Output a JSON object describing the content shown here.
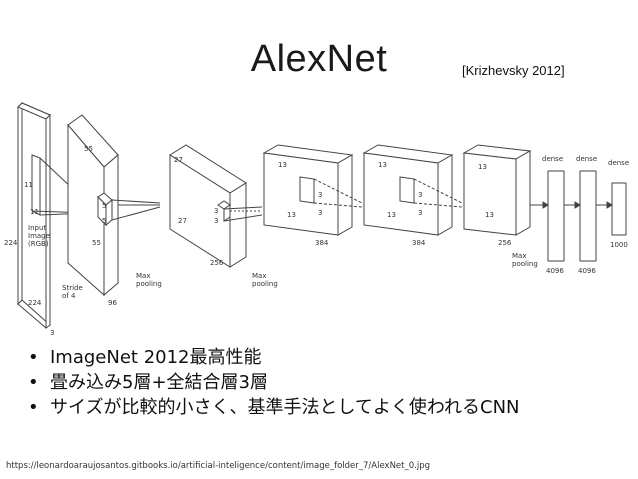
{
  "slide": {
    "title": "AlexNet",
    "citation": "[Krizhevsky 2012]",
    "bullets": [
      "ImageNet 2012最高性能",
      "畳み込み5層+全結合層3層",
      "サイズが比較的小さく、基準手法としてよく使われるCNN"
    ],
    "bullet_glyph": "•",
    "source_url": "https://leonardoaraujosantos.gitbooks.io/artificial-inteligence/content/image_folder_7/AlexNet_0.jpg"
  },
  "diagram": {
    "input": {
      "label": "Input\nImage\n(RGB)",
      "height": "224",
      "width": "224",
      "depth": "3",
      "kernel_h": "11",
      "kernel_w": "11",
      "stride": "Stride\nof 4"
    },
    "conv1": {
      "height": "55",
      "width": "55",
      "depth": "96",
      "kernel_h": "5",
      "kernel_w": "5"
    },
    "pool1": "Max\npooling",
    "conv2": {
      "height": "27",
      "width": "27",
      "depth": "256",
      "kernel_h": "3",
      "kernel_w": "3"
    },
    "pool2": "Max\npooling",
    "conv3": {
      "height": "13",
      "width": "13",
      "depth": "384",
      "kernel_h": "3",
      "kernel_w": "3"
    },
    "conv4": {
      "height": "13",
      "width": "13",
      "depth": "384",
      "kernel_h": "3",
      "kernel_w": "3"
    },
    "conv5": {
      "height": "13",
      "width": "13",
      "depth": "256"
    },
    "pool3": "Max\npooling",
    "fc": [
      {
        "label": "dense",
        "units": "4096"
      },
      {
        "label": "dense",
        "units": "4096"
      },
      {
        "label": "dense",
        "units": "1000"
      }
    ]
  }
}
